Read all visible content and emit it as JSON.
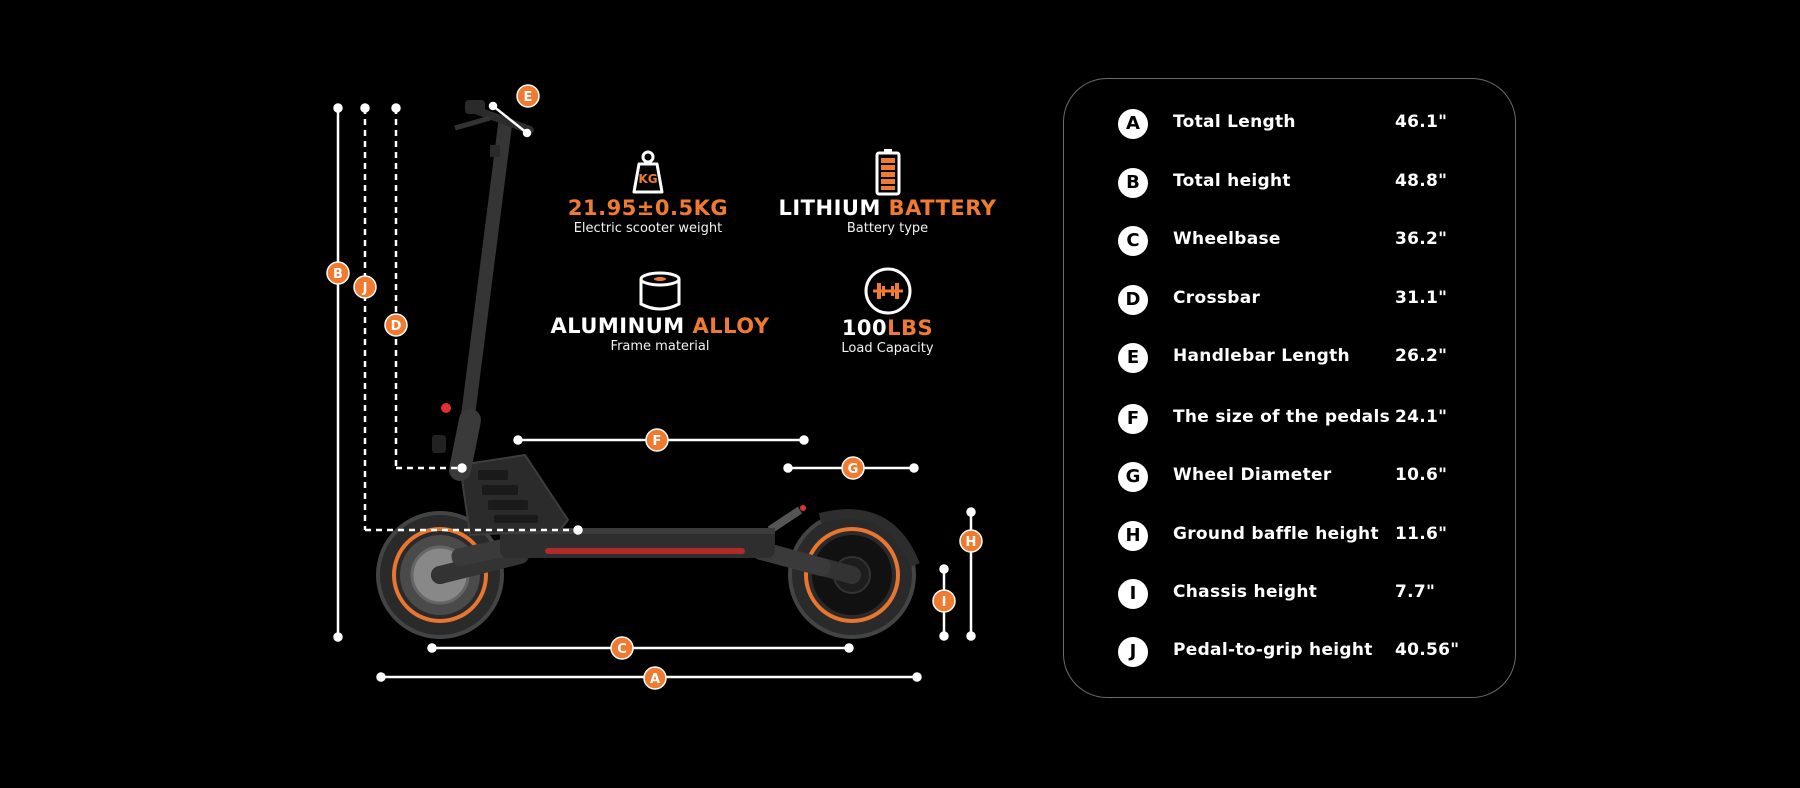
{
  "colors": {
    "accent": "#f07a30",
    "background": "#000000",
    "text": "#ffffff",
    "panel_border": "#6b6b6b"
  },
  "highlights": [
    {
      "icon": "weight-icon",
      "icon_text": "KG",
      "title_parts": [
        {
          "text": "21.95±0.5KG",
          "color": "#f07a30"
        }
      ],
      "subtitle": "Electric scooter weight"
    },
    {
      "icon": "battery-icon",
      "title_parts": [
        {
          "text": "LITHIUM ",
          "color": "#ffffff"
        },
        {
          "text": "BATTERY",
          "color": "#f07a30"
        }
      ],
      "subtitle": "Battery type"
    },
    {
      "icon": "aluminum-roll-icon",
      "title_parts": [
        {
          "text": "ALUMINUM ",
          "color": "#ffffff"
        },
        {
          "text": "ALLOY",
          "color": "#f07a30"
        }
      ],
      "subtitle": "Frame material"
    },
    {
      "icon": "dumbbell-icon",
      "title_parts": [
        {
          "text": "100",
          "color": "#ffffff"
        },
        {
          "text": "LBS",
          "color": "#f07a30"
        }
      ],
      "subtitle": "Load Capacity"
    }
  ],
  "dimension_markers": [
    "A",
    "B",
    "C",
    "D",
    "E",
    "F",
    "G",
    "H",
    "I",
    "J"
  ],
  "specs": [
    {
      "letter": "A",
      "label": "Total Length",
      "value": "46.1\""
    },
    {
      "letter": "B",
      "label": "Total height",
      "value": "48.8\""
    },
    {
      "letter": "C",
      "label": "Wheelbase",
      "value": "36.2\""
    },
    {
      "letter": "D",
      "label": "Crossbar",
      "value": "31.1\""
    },
    {
      "letter": "E",
      "label": "Handlebar Length",
      "value": "26.2\""
    },
    {
      "letter": "F",
      "label": "The size of the pedals",
      "value": "24.1\""
    },
    {
      "letter": "G",
      "label": "Wheel Diameter",
      "value": "10.6\""
    },
    {
      "letter": "H",
      "label": "Ground baffle height",
      "value": "11.6\""
    },
    {
      "letter": "I",
      "label": "Chassis height",
      "value": "7.7\""
    },
    {
      "letter": "J",
      "label": "Pedal-to-grip height",
      "value": "40.56\""
    }
  ]
}
